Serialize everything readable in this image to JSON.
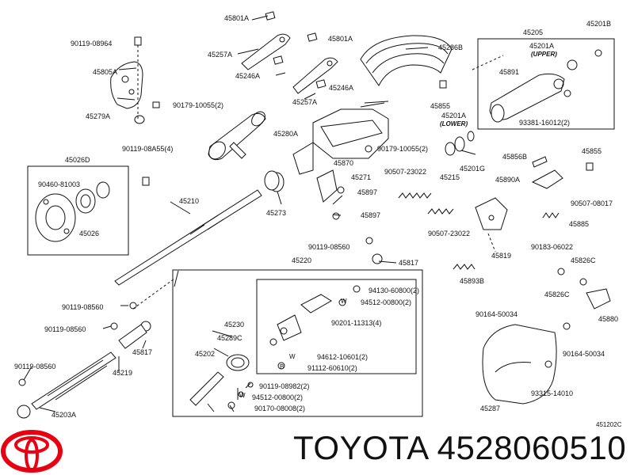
{
  "diagram": {
    "code": "451202C",
    "labels": {
      "p90119_08964": "90119-08964",
      "p45805a": "45805A",
      "p45279a": "45279A",
      "p90179_10055a": "90179-10055(2)",
      "p45801a_1": "45801A",
      "p45801a_2": "45801A",
      "p45257a_1": "45257A",
      "p45246a_1": "45246A",
      "p45246a_2": "45246A",
      "p45257a_2": "45257A",
      "p45286b": "45286B",
      "p45205": "45205",
      "p45201b": "45201B",
      "p45201a_up": "45201A",
      "p45891": "45891",
      "p93381_16012": "93381-16012(2)",
      "p45855_1": "45855",
      "p45201a_low": "45201A",
      "p45280a": "45280A",
      "p90119_08a55": "90119-08A55(4)",
      "p45026d": "45026D",
      "p90460_81003": "90460-81003",
      "p45026": "45026",
      "p45870": "45870",
      "p90179_10055b": "90179-10055(2)",
      "p45215": "45215",
      "p45201g": "45201G",
      "p45856b": "45856B",
      "p45855_2": "45855",
      "p45271": "45271",
      "p90507_23022a": "90507-23022",
      "p45897_1": "45897",
      "p45890a": "45890A",
      "p45210": "45210",
      "p45273": "45273",
      "p45897_2": "45897",
      "p90507_08017": "90507-08017",
      "p90507_23022b": "90507-23022",
      "p45885": "45885",
      "p90119_08560a": "90119-08560",
      "p45817a": "45817",
      "p45819": "45819",
      "p90183_06022": "90183-06022",
      "p45220": "45220",
      "p45893b": "45893B",
      "p45826c_1": "45826C",
      "p45826c_2": "45826C",
      "p94130_60800": "94130-60800(2)",
      "p94512_00800a": "94512-00800(2)",
      "p90119_08560b": "90119-08560",
      "p90164_50034a": "90164-50034",
      "p45880": "45880",
      "p90119_08560c": "90119-08560",
      "p90201_11313": "90201-11313(4)",
      "p45230": "45230",
      "p45817b": "45817",
      "p45289c": "45289C",
      "p90164_50034b": "90164-50034",
      "p94612_10601": "94612-10601(2)",
      "p45202": "45202",
      "p91112_60610": "91112-60610(2)",
      "p90119_08560d": "90119-08560",
      "p45219": "45219",
      "p90119_08982": "90119-08982(2)",
      "p93315_14010": "93315-14010",
      "p94512_00800b": "94512-00800(2)",
      "p45203a": "45203A",
      "p90170_08008": "90170-08008(2)",
      "p45287": "45287"
    },
    "sublabels": {
      "upper": "(UPPER)",
      "lower": "(LOWER)"
    },
    "markers": {
      "w": "W",
      "b": "B"
    }
  },
  "brand": {
    "name": "TOYOTA",
    "part_number": "4528060510",
    "text": "TOYOTA 4528060510"
  },
  "colors": {
    "logo": "#e60012",
    "ink": "#111111"
  }
}
